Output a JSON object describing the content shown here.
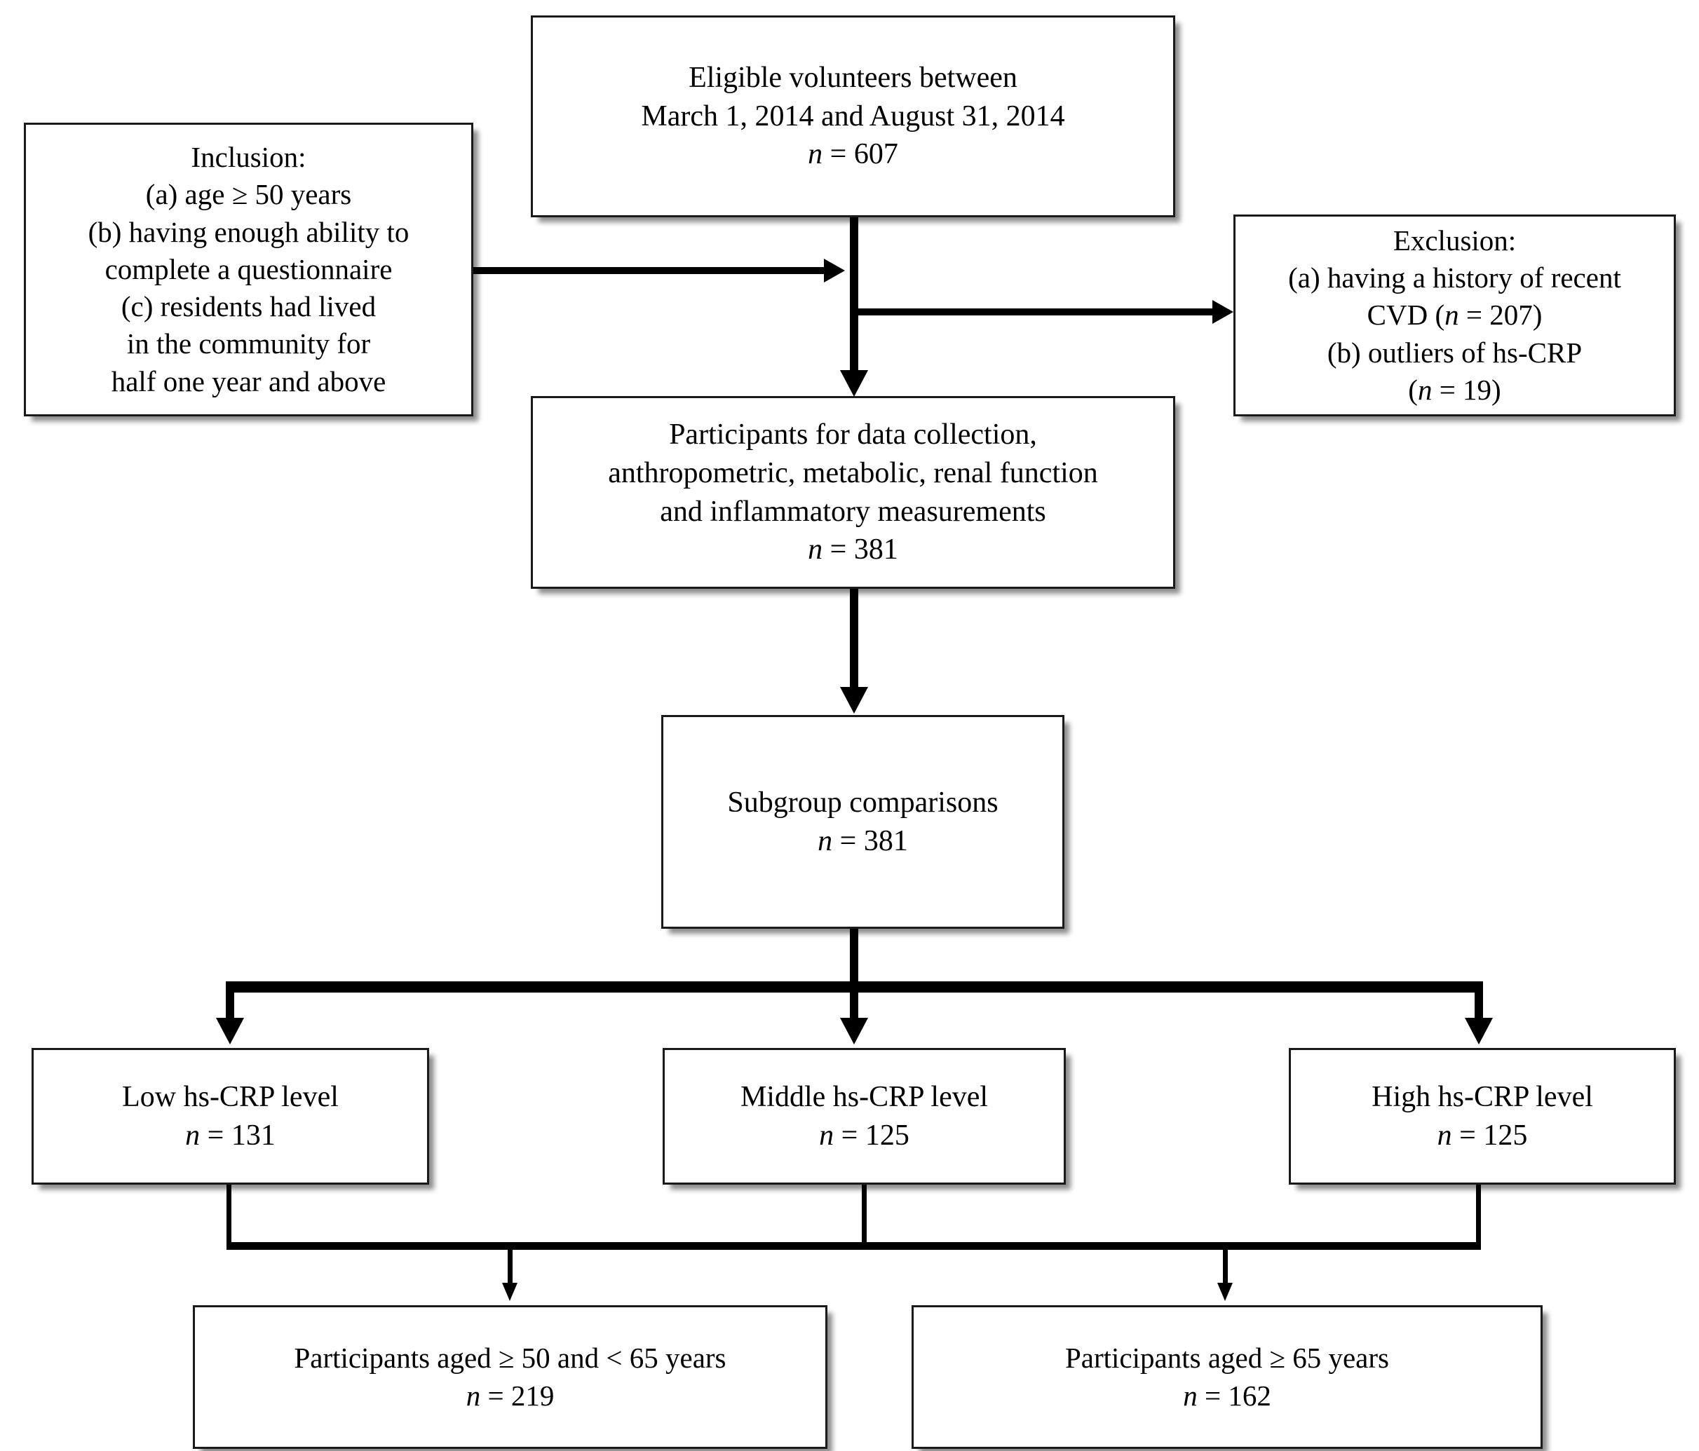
{
  "diagram": {
    "type": "flowchart",
    "title": "Study participant flow diagram",
    "orientation": "top-down",
    "accent_color": "#000000",
    "background_color": "#ffffff"
  },
  "nodes": {
    "eligible": {
      "name": "eligible-volunteers-box",
      "lines": [
        "Eligible volunteers between",
        "March 1, 2014 and August 31, 2014"
      ],
      "n_prefix": "n",
      "n_equals": " = ",
      "n_value": "607"
    },
    "inclusion": {
      "name": "inclusion-criteria-box",
      "lines": [
        "Inclusion:",
        "(a) age ≥ 50 years",
        "(b) having enough ability to",
        "complete a questionnaire",
        "(c) residents had lived",
        "in the community for",
        "half one year and above"
      ]
    },
    "exclusion": {
      "name": "exclusion-criteria-box",
      "line1": "Exclusion:",
      "line2": "(a) having a history of recent",
      "line3_pre": "CVD (",
      "line3_n": "n",
      "line3_mid": " = 207)",
      "line4": "(b) outliers of hs-CRP",
      "line5_pre": "(",
      "line5_n": "n",
      "line5_mid": " = 19)"
    },
    "participants_data": {
      "name": "participants-data-collection-box",
      "lines": [
        "Participants for data collection,",
        "anthropometric,  metabolic, renal function",
        "and inflammatory measurements"
      ],
      "n_prefix": "n",
      "n_equals": " = ",
      "n_value": "381"
    },
    "subgroup": {
      "name": "subgroup-comparisons-box",
      "label": "Subgroup comparisons",
      "n_prefix": "n",
      "n_equals": " = ",
      "n_value": "381"
    },
    "crp_low": {
      "name": "low-hscrp-level-box",
      "label": "Low hs-CRP level",
      "n_prefix": "n",
      "n_equals": " = ",
      "n_value": "131"
    },
    "crp_middle": {
      "name": "middle-hscrp-level-box",
      "label": "Middle hs-CRP level",
      "n_prefix": "n",
      "n_equals": " = ",
      "n_value": "125"
    },
    "crp_high": {
      "name": "high-hscrp-level-box",
      "label": "High hs-CRP level",
      "n_prefix": "n",
      "n_equals": " = ",
      "n_value": "125"
    },
    "age_younger": {
      "name": "participants-aged-50-to-65-box",
      "label": "Participants aged ≥ 50 and < 65 years",
      "n_prefix": "n",
      "n_equals": " = ",
      "n_value": "219"
    },
    "age_older": {
      "name": "participants-aged-65-plus-box",
      "label": "Participants aged ≥ 65 years",
      "n_prefix": "n",
      "n_equals": " = ",
      "n_value": "162"
    }
  },
  "edges": [
    {
      "from": "eligible",
      "to": "participants_data",
      "style": "thick-arrow-down"
    },
    {
      "from": "inclusion",
      "to": "main-spine",
      "style": "thin-arrow-right"
    },
    {
      "from": "main-spine",
      "to": "exclusion",
      "style": "thin-arrow-right"
    },
    {
      "from": "participants_data",
      "to": "subgroup",
      "style": "thick-arrow-down"
    },
    {
      "from": "subgroup",
      "to": "crp_low",
      "style": "thick-branch-down"
    },
    {
      "from": "subgroup",
      "to": "crp_middle",
      "style": "thick-branch-down"
    },
    {
      "from": "subgroup",
      "to": "crp_high",
      "style": "thick-branch-down"
    },
    {
      "from": "crp_low",
      "to": "merge-bar",
      "style": "thin-line-down"
    },
    {
      "from": "crp_middle",
      "to": "merge-bar",
      "style": "thin-line-down"
    },
    {
      "from": "crp_high",
      "to": "merge-bar",
      "style": "thin-line-down"
    },
    {
      "from": "merge-bar",
      "to": "age_younger",
      "style": "thin-arrow-down"
    },
    {
      "from": "merge-bar",
      "to": "age_older",
      "style": "thin-arrow-down"
    }
  ]
}
